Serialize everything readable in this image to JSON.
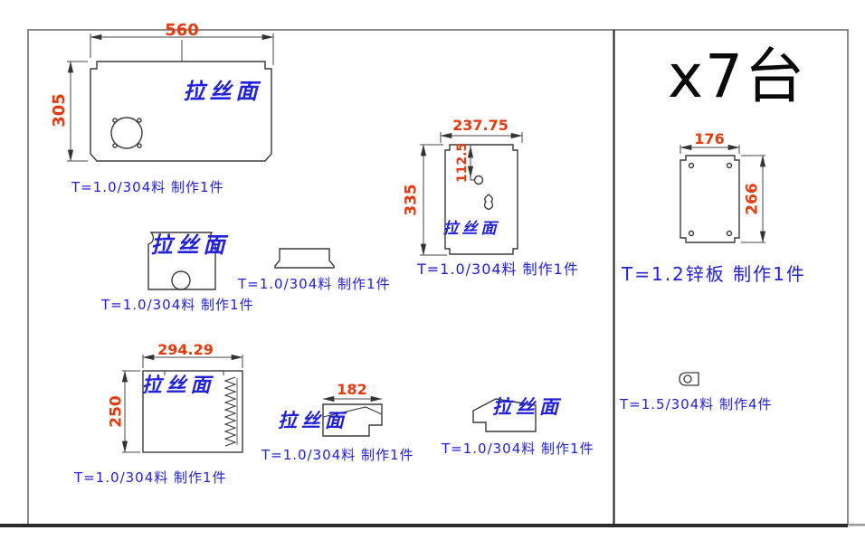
{
  "annotation": {
    "quantity": "x7台"
  },
  "parts": {
    "panel_top": {
      "width_mm": "560",
      "height_mm": "305",
      "surface": "拉丝面",
      "spec": "T=1.0/304料  制作1件"
    },
    "panel_front": {
      "width_mm": "237.75",
      "height_mm": "335",
      "hole_offset_mm": "112.5",
      "surface": "拉丝面",
      "spec": "T=1.0/304料  制作1件"
    },
    "cover": {
      "surface": "拉丝面",
      "spec": "T=1.0/304料  制作1件"
    },
    "bracket": {
      "spec": "T=1.0/304料  制作1件"
    },
    "vent_panel": {
      "width_mm": "294.29",
      "height_mm": "250",
      "surface": "拉丝面",
      "spec": "T=1.0/304料  制作1件"
    },
    "roof_left": {
      "width_mm": "182",
      "surface": "拉丝面",
      "spec": "T=1.0/304料  制作1件"
    },
    "roof_right": {
      "surface": "拉丝面",
      "spec": "T=1.0/304料  制作1件"
    },
    "zinc_plate": {
      "width_mm": "176",
      "height_mm": "266",
      "spec": "T=1.2锌板  制作1件"
    },
    "clip": {
      "spec": "T=1.5/304料  制作4件"
    }
  },
  "colors": {
    "dimension_text": "#e8380c",
    "label_text": "#2121dc",
    "outline": "#3a3a3a"
  }
}
